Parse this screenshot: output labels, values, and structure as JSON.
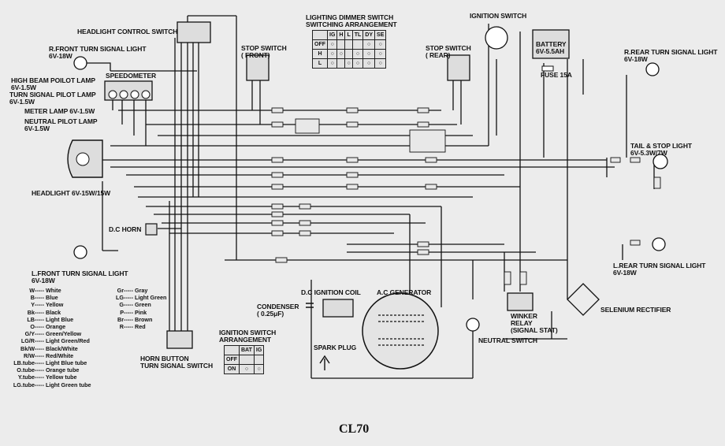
{
  "title": "CL70",
  "labels": {
    "headlight_control_switch": "HEADLIGHT CONTROL SWITCH",
    "r_front_turn": "R.FRONT TURN SIGNAL LIGHT\n6V-18W",
    "high_beam": "HIGH BEAM POILOT LAMP\n6V-1.5W",
    "turn_pilot": "TURN SIGNAL PILOT LAMP\n6V-1.5W",
    "meter_lamp": "METER LAMP 6V-1.5W",
    "neutral_pilot": "NEUTRAL PILOT LAMP\n6V-1.5W",
    "speedometer": "SPEEDOMETER",
    "headlight": "HEADLIGHT 6V-15W/15W",
    "dc_horn": "D.C HORN",
    "l_front_turn": "L.FRONT TURN SIGNAL LIGHT\n6V-18W",
    "stop_switch_front": "STOP SWITCH\n( FRONT)",
    "lighting_dimmer": "LIGHTING DIMMER SWITCH\nSWITCHING ARRANGEMENT",
    "stop_switch_rear": "STOP SWITCH\n( REAR)",
    "ignition_switch": "IGNITION SWITCH",
    "battery": "BATTERY\n6V-5.5AH",
    "fuse": "FUSE 15A",
    "r_rear_turn": "R.REAR TURN SIGNAL LIGHT\n6V-18W",
    "tail_stop": "TAIL & STOP LIGHT\n6V-5.3W/7W",
    "l_rear_turn": "L.REAR TURN SIGNAL LIGHT\n6V-18W",
    "selenium": "SELENIUM RECTIFIER",
    "winker_relay": "WINKER\nRELAY\n(SIGNAL STAT)",
    "neutral_switch": "NEUTRAL SWITCH",
    "ac_generator": "A.C GENERATOR",
    "dc_ignition_coil": "D.C IGNITION COIL",
    "condenser": "CONDENSER\n( 0.25μF)",
    "spark_plug": "SPARK PLUG",
    "horn_button": "HORN BUTTON\nTURN SIGNAL SWITCH",
    "ignition_arrangement": "IGNITION SWITCH\nARRANGEMENT"
  },
  "dimmer_table": {
    "headers": [
      "",
      "IG",
      "H",
      "L",
      "TL",
      "DY",
      "SE"
    ],
    "rows": [
      "OFF",
      "H",
      "L"
    ]
  },
  "ignition_table": {
    "headers": [
      "",
      "BAT",
      "IG"
    ],
    "rows": [
      "OFF",
      "ON"
    ]
  },
  "legend_left": [
    {
      "code": "W",
      "name": "White"
    },
    {
      "code": "B",
      "name": "Blue"
    },
    {
      "code": "Y",
      "name": "Yellow"
    },
    {
      "code": "Bk",
      "name": "Black"
    },
    {
      "code": "LB",
      "name": "Light Blue"
    },
    {
      "code": "O",
      "name": "Orange"
    },
    {
      "code": "G/Y",
      "name": "Green/Yellow"
    },
    {
      "code": "LG/R",
      "name": "Light Green/Red"
    },
    {
      "code": "Bk/W",
      "name": "Black/White"
    },
    {
      "code": "R/W",
      "name": "Red/White"
    },
    {
      "code": "LB.tube",
      "name": "Light Blue tube"
    },
    {
      "code": "O.tube",
      "name": "Orange tube"
    },
    {
      "code": "Y.tube",
      "name": "Yellow tube"
    },
    {
      "code": "LG.tube",
      "name": "Light Green tube"
    }
  ],
  "legend_right": [
    {
      "code": "Gr",
      "name": "Gray"
    },
    {
      "code": "LG",
      "name": "Light Green"
    },
    {
      "code": "G",
      "name": "Green"
    },
    {
      "code": "P",
      "name": "Pink"
    },
    {
      "code": "Br",
      "name": "Brown"
    },
    {
      "code": "R",
      "name": "Red"
    }
  ]
}
